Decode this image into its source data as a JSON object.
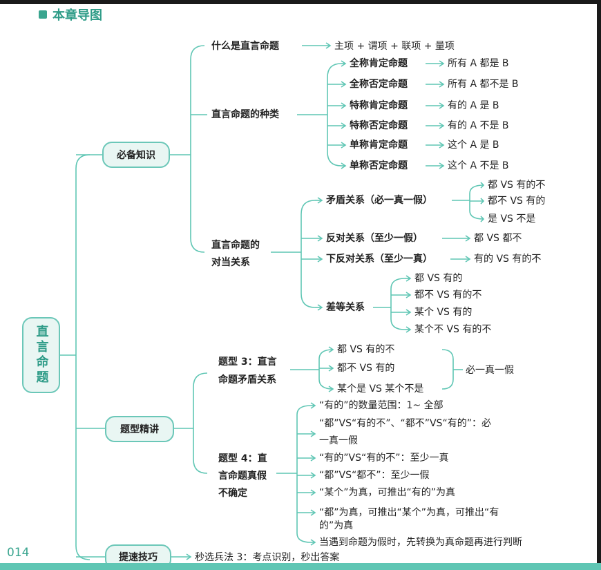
{
  "header": {
    "title": "本章导图"
  },
  "page_number": "014",
  "root": {
    "label": "直言命题"
  },
  "branch1": {
    "label": "必备知识",
    "what": {
      "label": "什么是直言命题",
      "detail": "主项 + 谓项 + 联项 + 量项"
    },
    "kinds": {
      "label": "直言命题的种类",
      "items": [
        {
          "name": "全称肯定命题",
          "form": "所有 A 都是 B"
        },
        {
          "name": "全称否定命题",
          "form": "所有 A 都不是 B"
        },
        {
          "name": "特称肯定命题",
          "form": "有的 A 是 B"
        },
        {
          "name": "特称否定命题",
          "form": "有的 A 不是 B"
        },
        {
          "name": "单称肯定命题",
          "form": "这个 A 是 B"
        },
        {
          "name": "单称否定命题",
          "form": "这个 A 不是 B"
        }
      ]
    },
    "square": {
      "label_line1": "直言命题的",
      "label_line2": "对当关系",
      "contradiction": {
        "label": "矛盾关系（必一真一假）",
        "items": [
          "都 VS 有的不",
          "都不 VS 有的",
          "是 VS 不是"
        ]
      },
      "contrary": {
        "label": "反对关系（至少一假）",
        "item": "都 VS 都不"
      },
      "subcontrary": {
        "label": "下反对关系（至少一真）",
        "item": "有的 VS 有的不"
      },
      "subalternation": {
        "label": "差等关系",
        "items": [
          "都 VS 有的",
          "都不 VS 有的不",
          "某个 VS 有的",
          "某个不 VS 有的不"
        ]
      }
    }
  },
  "branch2": {
    "label": "题型精讲",
    "type3": {
      "label_line1": "题型 3：直言",
      "label_line2": "命题矛盾关系",
      "items": [
        "都 VS 有的不",
        "都不 VS 有的",
        "某个是 VS 某个不是"
      ],
      "result": "必一真一假"
    },
    "type4": {
      "label_line1": "题型 4：直",
      "label_line2": "言命题真假",
      "label_line3": "不确定",
      "items": [
        "“有的”的数量范围：1~ 全部",
        "“都”VS“有的不”、“都不”VS“有的”：必",
        "一真一假",
        "“有的”VS“有的不”：至少一真",
        "“都”VS“都不”：至少一假",
        "“某个”为真，可推出“有的”为真",
        "“都”为真，可推出“某个”为真，可推出“有",
        "的”为真",
        "当遇到命题为假时，先转换为真命题再进行判断"
      ]
    }
  },
  "branch3": {
    "label": "提速技巧",
    "detail": "秒选兵法 3：考点识别，秒出答案"
  },
  "colors": {
    "accent": "#2f9c88",
    "line": "#5fc6b4",
    "pill_fill": "#e9f6f3"
  }
}
